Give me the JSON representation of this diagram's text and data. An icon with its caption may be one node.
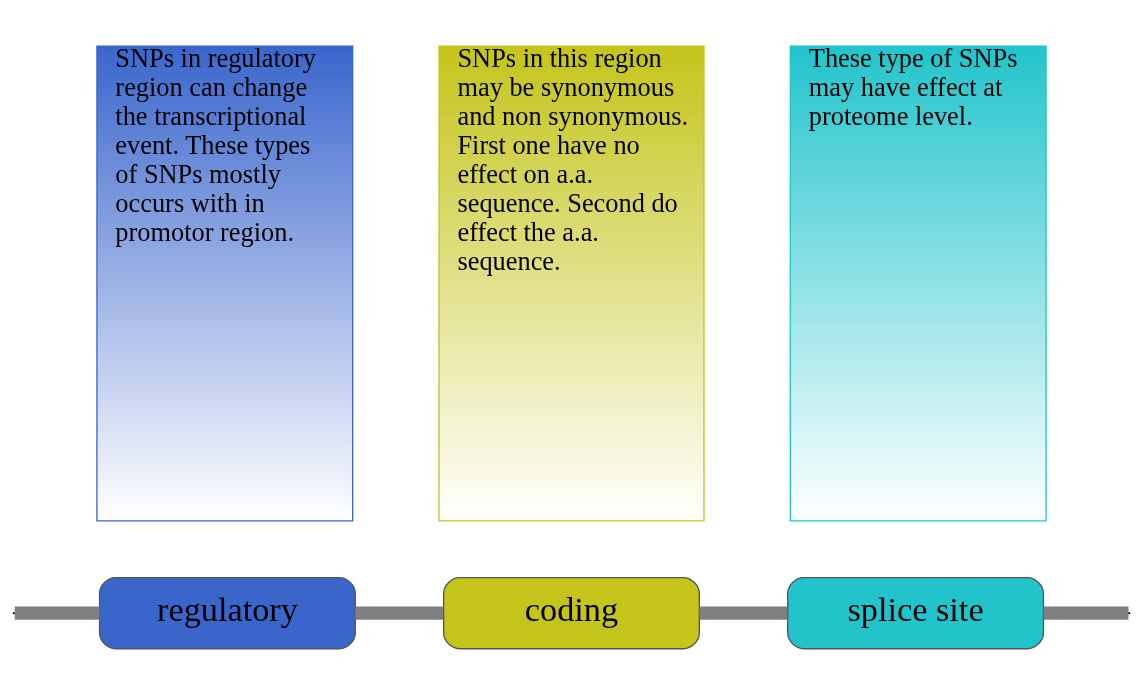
{
  "diagram": {
    "nodes": [
      {
        "text": [
          "SNPs in regulatory region can change the transcriptional event. These types of SNPs mostly occurs with in promotor region."
        ]
      },
      {
        "text": [
          "SNPs in this region may be synonymous and non synonymous. First one have no effect on a.a. sequence. Second do effect the a.a. sequence."
        ]
      },
      {
        "text": [
          "These type of SNPs may have effect at proteome level."
        ]
      },
      {
        "text": [
          "regulatory"
        ]
      },
      {
        "text": [
          "coding"
        ]
      },
      {
        "text": [
          "splice site"
        ]
      }
    ],
    "edges": [
      {
        "from": null,
        "to": 3,
        "arrow": "none"
      },
      {
        "from": 3,
        "to": 4,
        "arrow": "none"
      },
      {
        "from": 4,
        "to": 5,
        "arrow": "none"
      },
      {
        "from": 5,
        "to": null,
        "arrow": "none"
      }
    ]
  }
}
